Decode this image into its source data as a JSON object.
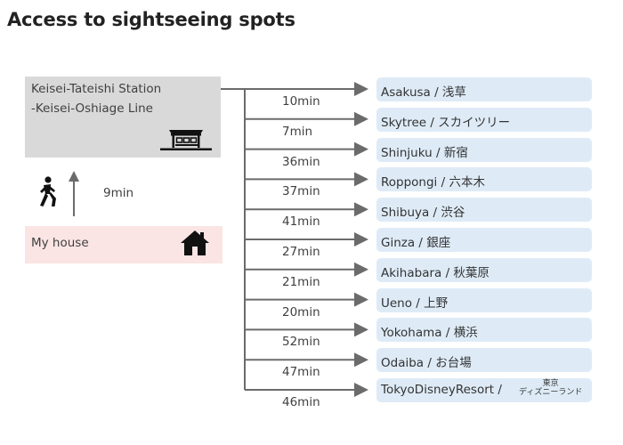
{
  "title": "Access to sightseeing spots",
  "station": {
    "line1": "Keisei-Tateishi Station",
    "line2": "-Keisei-Oshiage Line",
    "icon": "station-icon"
  },
  "walk": {
    "time": "9min",
    "icon": "walking-person-icon"
  },
  "house": {
    "label": "My house",
    "icon": "house-icon"
  },
  "colors": {
    "station_box": "#d9d9d9",
    "house_box": "#fbe4e4",
    "destination_box": "#deebf7",
    "arrow": "#6b6b6b"
  },
  "destinations": [
    {
      "name": "Asakusa / 浅草",
      "time": "10min"
    },
    {
      "name": "Skytree / スカイツリー",
      "time": "7min"
    },
    {
      "name": "Shinjuku / 新宿",
      "time": "36min"
    },
    {
      "name": "Roppongi / 六本木",
      "time": "37min"
    },
    {
      "name": "Shibuya / 渋谷",
      "time": "41min"
    },
    {
      "name": "Ginza / 銀座",
      "time": "27min"
    },
    {
      "name": "Akihabara / 秋葉原",
      "time": "21min"
    },
    {
      "name": "Ueno / 上野",
      "time": "20min"
    },
    {
      "name": "Yokohama / 横浜",
      "time": "52min"
    },
    {
      "name": "Odaiba / お台場",
      "time": "47min"
    },
    {
      "name": "TokyoDisneyResort /",
      "sub1": "東京",
      "sub2": "ディズニーランド",
      "time": "46min"
    }
  ]
}
